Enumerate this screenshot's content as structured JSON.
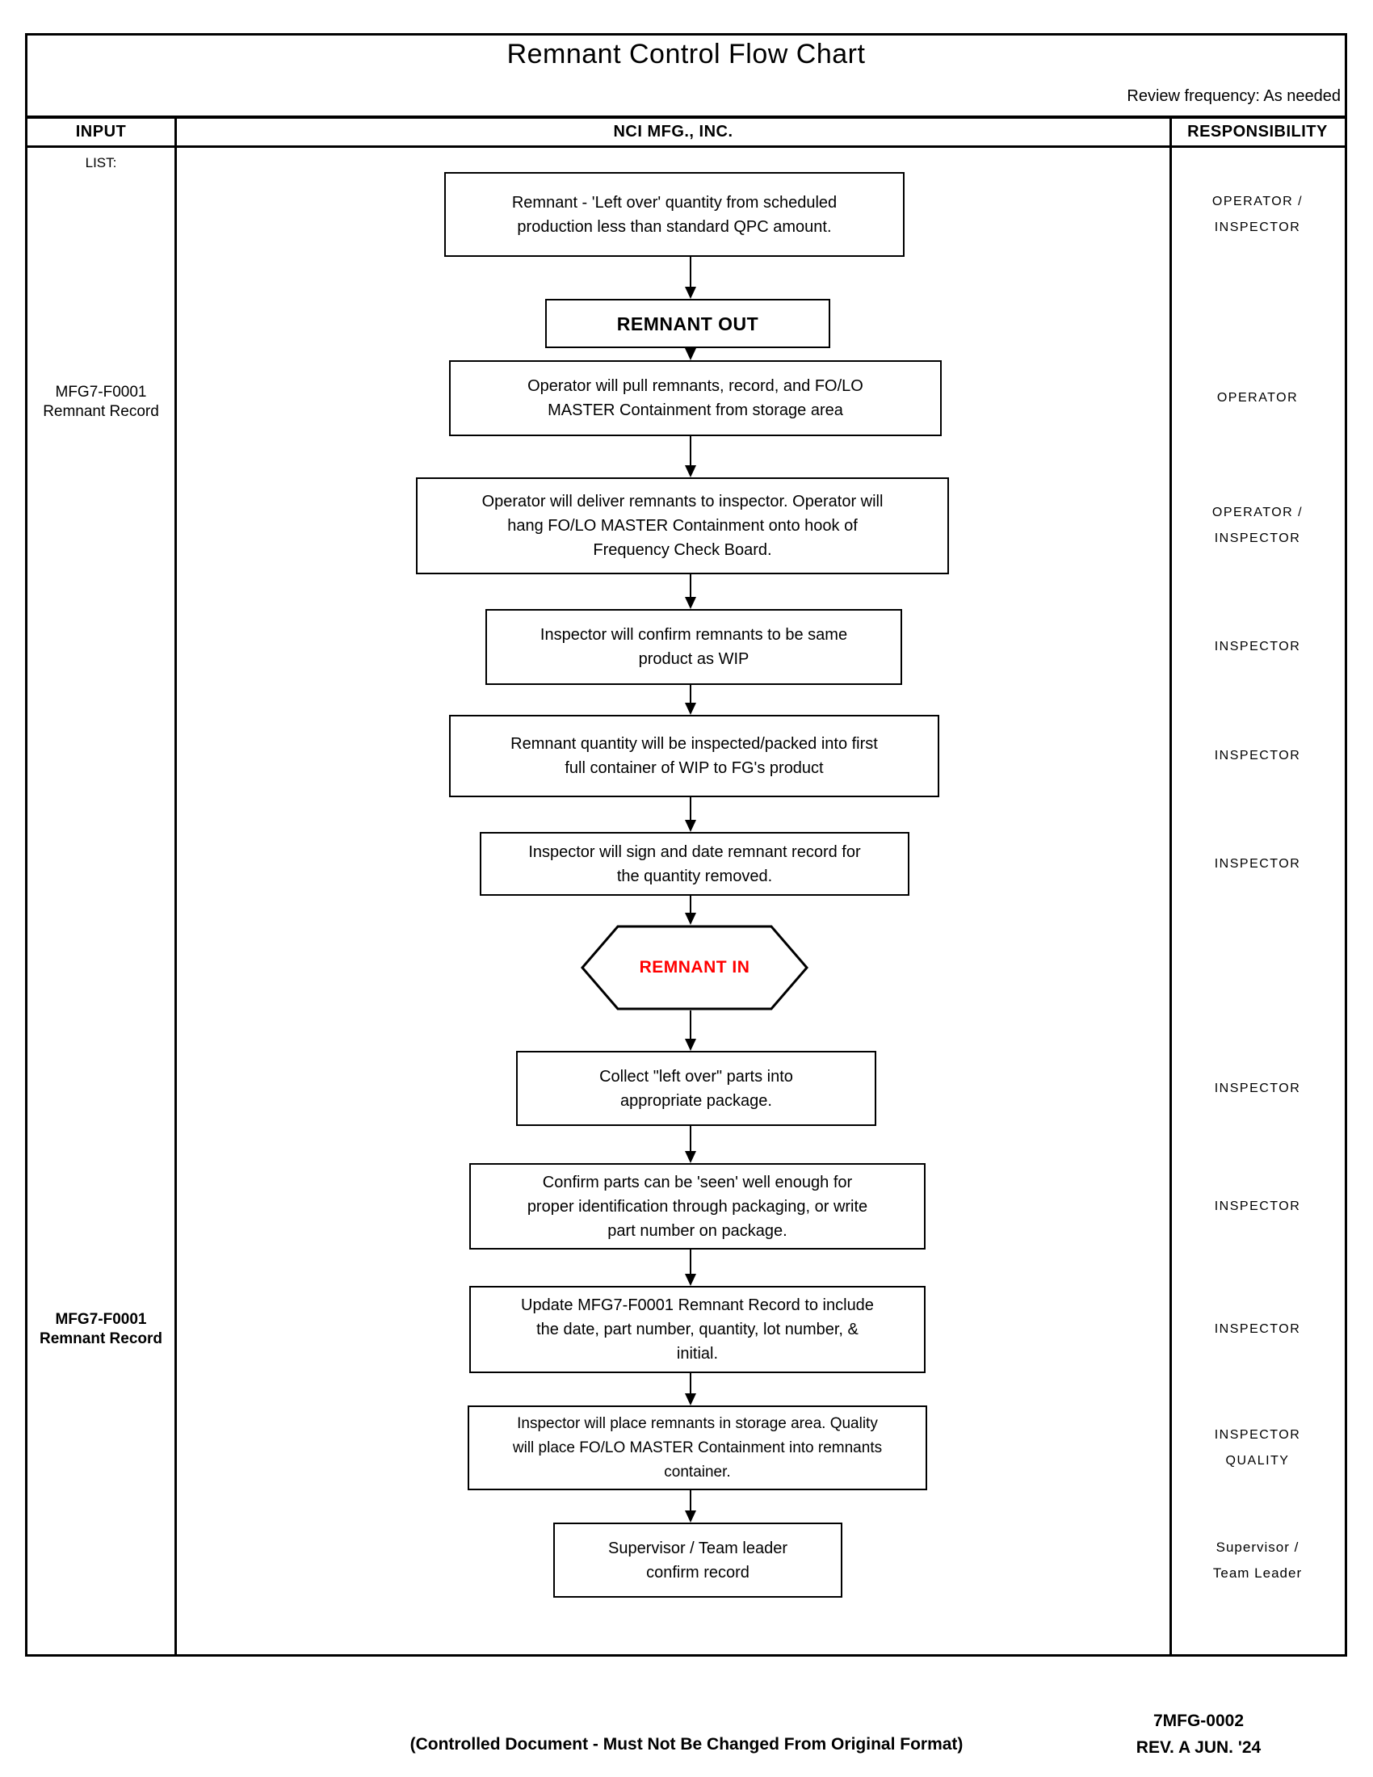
{
  "title": "Remnant Control Flow Chart",
  "review_frequency": "Review frequency: As needed",
  "table_header": {
    "input": "INPUT",
    "company": "NCI MFG., INC.",
    "responsibility": "RESPONSIBILITY"
  },
  "input_column": {
    "list_label": "LIST:",
    "record_ref_top": "MFG7-F0001\nRemnant Record",
    "record_ref_bottom": "MFG7-F0001\nRemnant Record"
  },
  "flowchart": {
    "steps": [
      {
        "shape": "process",
        "text": "Remnant - 'Left over' quantity from scheduled\nproduction less than standard QPC amount.",
        "responsibility": "OPERATOR /\nINSPECTOR"
      },
      {
        "shape": "process-title",
        "text": "REMNANT OUT",
        "responsibility": ""
      },
      {
        "shape": "process",
        "text": "Operator will pull remnants, record, and FO/LO\nMASTER Containment from storage area",
        "responsibility": "OPERATOR"
      },
      {
        "shape": "process",
        "text": "Operator will deliver remnants to inspector. Operator will\nhang FO/LO MASTER Containment onto hook of\nFrequency Check Board.",
        "responsibility": "OPERATOR /\nINSPECTOR"
      },
      {
        "shape": "process",
        "text": "Inspector will confirm remnants to be same\nproduct as WIP",
        "responsibility": "INSPECTOR"
      },
      {
        "shape": "process",
        "text": "Remnant quantity will be inspected/packed into first\nfull container of WIP to FG's product",
        "responsibility": "INSPECTOR"
      },
      {
        "shape": "process",
        "text": "Inspector will sign and date remnant record for\nthe quantity removed.",
        "responsibility": "INSPECTOR"
      },
      {
        "shape": "hexagon",
        "text": "REMNANT IN",
        "responsibility": ""
      },
      {
        "shape": "process",
        "text": "Collect \"left over\" parts into\nappropriate package.",
        "responsibility": "INSPECTOR"
      },
      {
        "shape": "process",
        "text": "Confirm parts can be 'seen' well enough for\nproper identification through packaging, or write\npart number on package.",
        "responsibility": "INSPECTOR"
      },
      {
        "shape": "process",
        "text": "Update MFG7-F0001 Remnant Record to include\nthe date, part number, quantity, lot number, &\ninitial.",
        "responsibility": "INSPECTOR"
      },
      {
        "shape": "process",
        "text": "Inspector will place remnants in storage area.  Quality\nwill place FO/LO MASTER Containment into remnants\ncontainer.",
        "responsibility": "INSPECTOR\nQUALITY"
      },
      {
        "shape": "process",
        "text": "Supervisor / Team leader\nconfirm record",
        "responsibility": "Supervisor /\nTeam Leader"
      }
    ]
  },
  "footer": {
    "controlled_note": "(Controlled Document - Must Not Be Changed From Original Format)",
    "doc_number": "7MFG-0002",
    "revision": "REV. A JUN. '24"
  },
  "colors": {
    "remnant_in_red": "#FF0000",
    "line_black": "#000000"
  }
}
